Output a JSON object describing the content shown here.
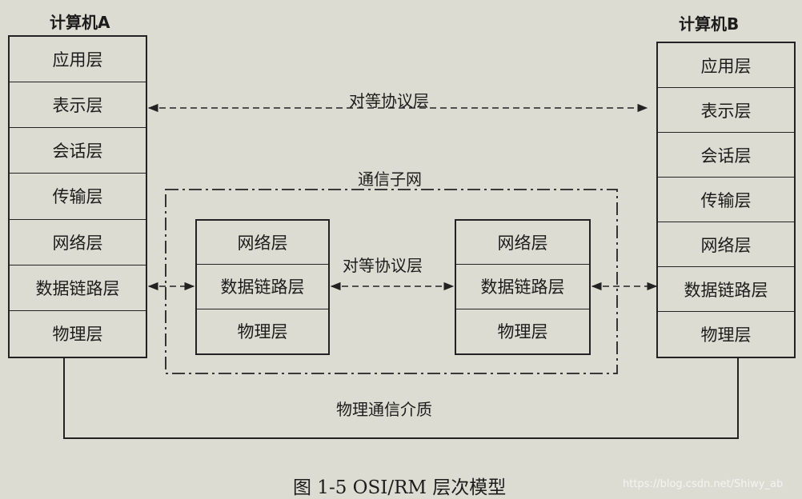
{
  "computer_a": {
    "title": "计算机A",
    "layers": [
      "应用层",
      "表示层",
      "会话层",
      "传输层",
      "网络层",
      "数据链路层",
      "物理层"
    ]
  },
  "computer_b": {
    "title": "计算机B",
    "layers": [
      "应用层",
      "表示层",
      "会话层",
      "传输层",
      "网络层",
      "数据链路层",
      "物理层"
    ]
  },
  "subnet": {
    "title": "通信子网",
    "node_left_layers": [
      "网络层",
      "数据链路层",
      "物理层"
    ],
    "node_right_layers": [
      "网络层",
      "数据链路层",
      "物理层"
    ]
  },
  "labels": {
    "peer_protocol_top": "对等协议层",
    "peer_protocol_middle": "对等协议层",
    "physical_medium": "物理通信介质"
  },
  "caption": "图 1-5    OSI/RM 层次模型",
  "watermark": "https://blog.csdn.net/Shiwy_ab"
}
